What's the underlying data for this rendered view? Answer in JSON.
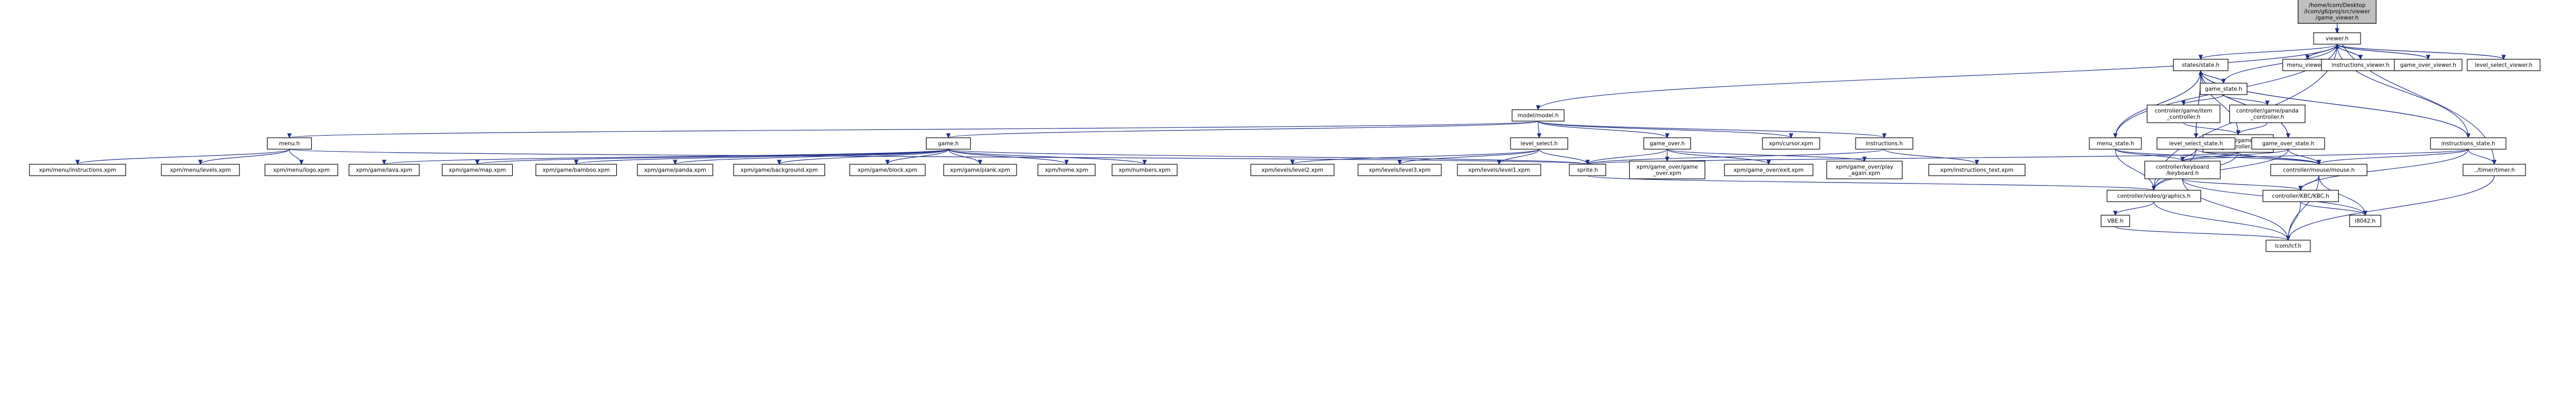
{
  "colors": {
    "edge": "#1f2f87",
    "node_border": "#000000",
    "node_fill": "#ffffff",
    "root_fill": "#bfbfbf",
    "missing_border": "#bfbfbf",
    "highlight_border": "#ff0000"
  },
  "nodes": [
    {
      "id": "root",
      "lines": [
        "/home/lcom/Desktop",
        "/lcom/g6/proj/src/viewer",
        "/game_viewer.h"
      ],
      "style": "root"
    },
    {
      "id": "viewer_h",
      "lines": [
        "viewer.h"
      ],
      "style": "normal"
    },
    {
      "id": "menu_viewer_h",
      "lines": [
        "menu_viewer.h"
      ],
      "style": "normal"
    },
    {
      "id": "instructions_viewer_h",
      "lines": [
        "instructions_viewer.h"
      ],
      "style": "normal"
    },
    {
      "id": "game_over_viewer_h",
      "lines": [
        "game_over_viewer.h"
      ],
      "style": "normal"
    },
    {
      "id": "level_select_viewer_h",
      "lines": [
        "level_select_viewer.h"
      ],
      "style": "normal"
    },
    {
      "id": "states_state_h",
      "lines": [
        "states/state.h"
      ],
      "style": "normal"
    },
    {
      "id": "game_state_h",
      "lines": [
        "game_state.h"
      ],
      "style": "normal"
    },
    {
      "id": "controller_game_item_controller_h",
      "lines": [
        "controller/game/item",
        "_controller.h"
      ],
      "style": "normal"
    },
    {
      "id": "controller_game_panda_controller_h",
      "lines": [
        "controller/game/panda",
        "_controller.h"
      ],
      "style": "normal"
    },
    {
      "id": "controller_game_map_controller_h",
      "lines": [
        "controller/game/map",
        "_controller.h"
      ],
      "style": "highlight"
    },
    {
      "id": "model_model_h",
      "lines": [
        "model/model.h"
      ],
      "style": "normal"
    },
    {
      "id": "menu_h",
      "lines": [
        "menu.h"
      ],
      "style": "normal"
    },
    {
      "id": "game_h",
      "lines": [
        "game.h"
      ],
      "style": "normal"
    },
    {
      "id": "level_select_h",
      "lines": [
        "level_select.h"
      ],
      "style": "normal"
    },
    {
      "id": "game_over_h",
      "lines": [
        "game_over.h"
      ],
      "style": "normal"
    },
    {
      "id": "xpm_cursor_xpm",
      "lines": [
        "xpm/cursor.xpm"
      ],
      "style": "missing"
    },
    {
      "id": "instructions_h",
      "lines": [
        "instructions.h"
      ],
      "style": "normal"
    },
    {
      "id": "menu_state_h",
      "lines": [
        "menu_state.h"
      ],
      "style": "normal"
    },
    {
      "id": "level_select_state_h",
      "lines": [
        "level_select_state.h"
      ],
      "style": "normal"
    },
    {
      "id": "game_over_state_h",
      "lines": [
        "game_over_state.h"
      ],
      "style": "normal"
    },
    {
      "id": "instructions_state_h",
      "lines": [
        "instructions_state.h"
      ],
      "style": "normal"
    },
    {
      "id": "xpm_menu_instructions_xpm",
      "lines": [
        "xpm/menu/instructions.xpm"
      ],
      "style": "missing"
    },
    {
      "id": "xpm_menu_levels_xpm",
      "lines": [
        "xpm/menu/levels.xpm"
      ],
      "style": "missing"
    },
    {
      "id": "xpm_menu_logo_xpm",
      "lines": [
        "xpm/menu/logo.xpm"
      ],
      "style": "missing"
    },
    {
      "id": "xpm_game_lava_xpm",
      "lines": [
        "xpm/game/lava.xpm"
      ],
      "style": "missing"
    },
    {
      "id": "xpm_game_map_xpm",
      "lines": [
        "xpm/game/map.xpm"
      ],
      "style": "missing"
    },
    {
      "id": "xpm_game_bamboo_xpm",
      "lines": [
        "xpm/game/bamboo.xpm"
      ],
      "style": "missing"
    },
    {
      "id": "xpm_game_panda_xpm",
      "lines": [
        "xpm/game/panda.xpm"
      ],
      "style": "missing"
    },
    {
      "id": "xpm_game_background_xpm",
      "lines": [
        "xpm/game/background.xpm"
      ],
      "style": "missing"
    },
    {
      "id": "xpm_game_block_xpm",
      "lines": [
        "xpm/game/block.xpm"
      ],
      "style": "missing"
    },
    {
      "id": "xpm_game_plank_xpm",
      "lines": [
        "xpm/game/plank.xpm"
      ],
      "style": "missing"
    },
    {
      "id": "xpm_home_xpm",
      "lines": [
        "xpm/home.xpm"
      ],
      "style": "missing"
    },
    {
      "id": "xpm_numbers_xpm",
      "lines": [
        "xpm/numbers.xpm"
      ],
      "style": "missing"
    },
    {
      "id": "xpm_levels_level2_xpm",
      "lines": [
        "xpm/levels/level2.xpm"
      ],
      "style": "missing"
    },
    {
      "id": "xpm_levels_level3_xpm",
      "lines": [
        "xpm/levels/level3.xpm"
      ],
      "style": "missing"
    },
    {
      "id": "xpm_levels_level1_xpm",
      "lines": [
        "xpm/levels/level1.xpm"
      ],
      "style": "missing"
    },
    {
      "id": "sprite_h",
      "lines": [
        "sprite.h"
      ],
      "style": "normal"
    },
    {
      "id": "xpm_game_over_game_over_xpm",
      "lines": [
        "xpm/game_over/game",
        "_over.xpm"
      ],
      "style": "missing"
    },
    {
      "id": "xpm_game_over_exit_xpm",
      "lines": [
        "xpm/game_over/exit.xpm"
      ],
      "style": "missing"
    },
    {
      "id": "xpm_game_over_play_again_xpm",
      "lines": [
        "xpm/game_over/play",
        "_again.xpm"
      ],
      "style": "missing"
    },
    {
      "id": "xpm_instructions_text_xpm",
      "lines": [
        "xpm/instructions_text.xpm"
      ],
      "style": "missing"
    },
    {
      "id": "controller_keyboard_keyboard_h",
      "lines": [
        "controller/keyboard",
        "/keyboard.h"
      ],
      "style": "normal"
    },
    {
      "id": "controller_mouse_mouse_h",
      "lines": [
        "controller/mouse/mouse.h"
      ],
      "style": "normal"
    },
    {
      "id": "timer_timer_h",
      "lines": [
        "../timer/timer.h"
      ],
      "style": "normal"
    },
    {
      "id": "controller_video_graphics_h",
      "lines": [
        "controller/video/graphics.h"
      ],
      "style": "normal"
    },
    {
      "id": "controller_kbc_kbc_h",
      "lines": [
        "controller/KBC/KBC.h"
      ],
      "style": "normal"
    },
    {
      "id": "vbe_h",
      "lines": [
        "VBE.h"
      ],
      "style": "normal"
    },
    {
      "id": "i8042_h",
      "lines": [
        "i8042.h"
      ],
      "style": "normal"
    },
    {
      "id": "lcom_lcf_h",
      "lines": [
        "lcom/lcf.h"
      ],
      "style": "missing"
    }
  ],
  "edges": [
    [
      "root",
      "viewer_h"
    ],
    [
      "root",
      "timer_timer_h"
    ],
    [
      "viewer_h",
      "menu_viewer_h"
    ],
    [
      "viewer_h",
      "instructions_viewer_h"
    ],
    [
      "viewer_h",
      "game_over_viewer_h"
    ],
    [
      "viewer_h",
      "level_select_viewer_h"
    ],
    [
      "viewer_h",
      "states_state_h"
    ],
    [
      "viewer_h",
      "model_model_h"
    ],
    [
      "viewer_h",
      "controller_video_graphics_h"
    ],
    [
      "menu_viewer_h",
      "viewer_h"
    ],
    [
      "instructions_viewer_h",
      "viewer_h"
    ],
    [
      "game_over_viewer_h",
      "viewer_h"
    ],
    [
      "level_select_viewer_h",
      "viewer_h"
    ],
    [
      "states_state_h",
      "game_state_h"
    ],
    [
      "states_state_h",
      "menu_state_h"
    ],
    [
      "states_state_h",
      "level_select_state_h"
    ],
    [
      "states_state_h",
      "game_over_state_h"
    ],
    [
      "states_state_h",
      "instructions_state_h"
    ],
    [
      "game_state_h",
      "viewer_h"
    ],
    [
      "game_state_h",
      "states_state_h"
    ],
    [
      "game_state_h",
      "controller_game_item_controller_h"
    ],
    [
      "game_state_h",
      "controller_game_panda_controller_h"
    ],
    [
      "controller_game_item_controller_h",
      "controller_game_map_controller_h"
    ],
    [
      "controller_game_panda_controller_h",
      "controller_game_map_controller_h"
    ],
    [
      "controller_game_map_controller_h",
      "states_state_h"
    ],
    [
      "controller_game_map_controller_h",
      "sprite_h"
    ],
    [
      "controller_game_map_controller_h",
      "controller_keyboard_keyboard_h"
    ],
    [
      "controller_game_map_controller_h",
      "controller_mouse_mouse_h"
    ],
    [
      "controller_game_map_controller_h",
      "controller_video_graphics_h"
    ],
    [
      "model_model_h",
      "menu_h"
    ],
    [
      "model_model_h",
      "game_h"
    ],
    [
      "model_model_h",
      "level_select_h"
    ],
    [
      "model_model_h",
      "game_over_h"
    ],
    [
      "model_model_h",
      "xpm_cursor_xpm"
    ],
    [
      "model_model_h",
      "instructions_h"
    ],
    [
      "menu_h",
      "xpm_menu_instructions_xpm"
    ],
    [
      "menu_h",
      "xpm_menu_levels_xpm"
    ],
    [
      "menu_h",
      "xpm_menu_logo_xpm"
    ],
    [
      "menu_h",
      "sprite_h"
    ],
    [
      "game_h",
      "xpm_game_lava_xpm"
    ],
    [
      "game_h",
      "xpm_game_map_xpm"
    ],
    [
      "game_h",
      "xpm_game_bamboo_xpm"
    ],
    [
      "game_h",
      "xpm_game_panda_xpm"
    ],
    [
      "game_h",
      "xpm_game_background_xpm"
    ],
    [
      "game_h",
      "xpm_game_block_xpm"
    ],
    [
      "game_h",
      "xpm_game_plank_xpm"
    ],
    [
      "game_h",
      "xpm_home_xpm"
    ],
    [
      "game_h",
      "xpm_numbers_xpm"
    ],
    [
      "game_h",
      "sprite_h"
    ],
    [
      "level_select_h",
      "xpm_levels_level2_xpm"
    ],
    [
      "level_select_h",
      "xpm_levels_level3_xpm"
    ],
    [
      "level_select_h",
      "xpm_levels_level1_xpm"
    ],
    [
      "level_select_h",
      "sprite_h"
    ],
    [
      "game_over_h",
      "sprite_h"
    ],
    [
      "game_over_h",
      "xpm_game_over_game_over_xpm"
    ],
    [
      "game_over_h",
      "xpm_game_over_exit_xpm"
    ],
    [
      "game_over_h",
      "xpm_game_over_play_again_xpm"
    ],
    [
      "instructions_h",
      "sprite_h"
    ],
    [
      "instructions_h",
      "xpm_instructions_text_xpm"
    ],
    [
      "menu_state_h",
      "viewer_h"
    ],
    [
      "menu_state_h",
      "states_state_h"
    ],
    [
      "menu_state_h",
      "controller_keyboard_keyboard_h"
    ],
    [
      "menu_state_h",
      "controller_mouse_mouse_h"
    ],
    [
      "menu_state_h",
      "controller_video_graphics_h"
    ],
    [
      "level_select_state_h",
      "states_state_h"
    ],
    [
      "level_select_state_h",
      "controller_keyboard_keyboard_h"
    ],
    [
      "level_select_state_h",
      "controller_mouse_mouse_h"
    ],
    [
      "level_select_state_h",
      "controller_video_graphics_h"
    ],
    [
      "game_over_state_h",
      "states_state_h"
    ],
    [
      "game_over_state_h",
      "controller_keyboard_keyboard_h"
    ],
    [
      "game_over_state_h",
      "controller_mouse_mouse_h"
    ],
    [
      "game_over_state_h",
      "controller_video_graphics_h"
    ],
    [
      "instructions_state_h",
      "viewer_h"
    ],
    [
      "instructions_state_h",
      "states_state_h"
    ],
    [
      "instructions_state_h",
      "controller_keyboard_keyboard_h"
    ],
    [
      "instructions_state_h",
      "controller_mouse_mouse_h"
    ],
    [
      "instructions_state_h",
      "timer_timer_h"
    ],
    [
      "instructions_state_h",
      "controller_kbc_kbc_h"
    ],
    [
      "sprite_h",
      "controller_video_graphics_h"
    ],
    [
      "controller_keyboard_keyboard_h",
      "controller_kbc_kbc_h"
    ],
    [
      "controller_keyboard_keyboard_h",
      "i8042_h"
    ],
    [
      "controller_keyboard_keyboard_h",
      "lcom_lcf_h"
    ],
    [
      "controller_mouse_mouse_h",
      "controller_kbc_kbc_h"
    ],
    [
      "controller_mouse_mouse_h",
      "i8042_h"
    ],
    [
      "controller_mouse_mouse_h",
      "lcom_lcf_h"
    ],
    [
      "timer_timer_h",
      "lcom_lcf_h"
    ],
    [
      "controller_video_graphics_h",
      "vbe_h"
    ],
    [
      "controller_video_graphics_h",
      "lcom_lcf_h"
    ],
    [
      "controller_kbc_kbc_h",
      "i8042_h"
    ],
    [
      "controller_kbc_kbc_h",
      "lcom_lcf_h"
    ],
    [
      "vbe_h",
      "lcom_lcf_h"
    ]
  ]
}
